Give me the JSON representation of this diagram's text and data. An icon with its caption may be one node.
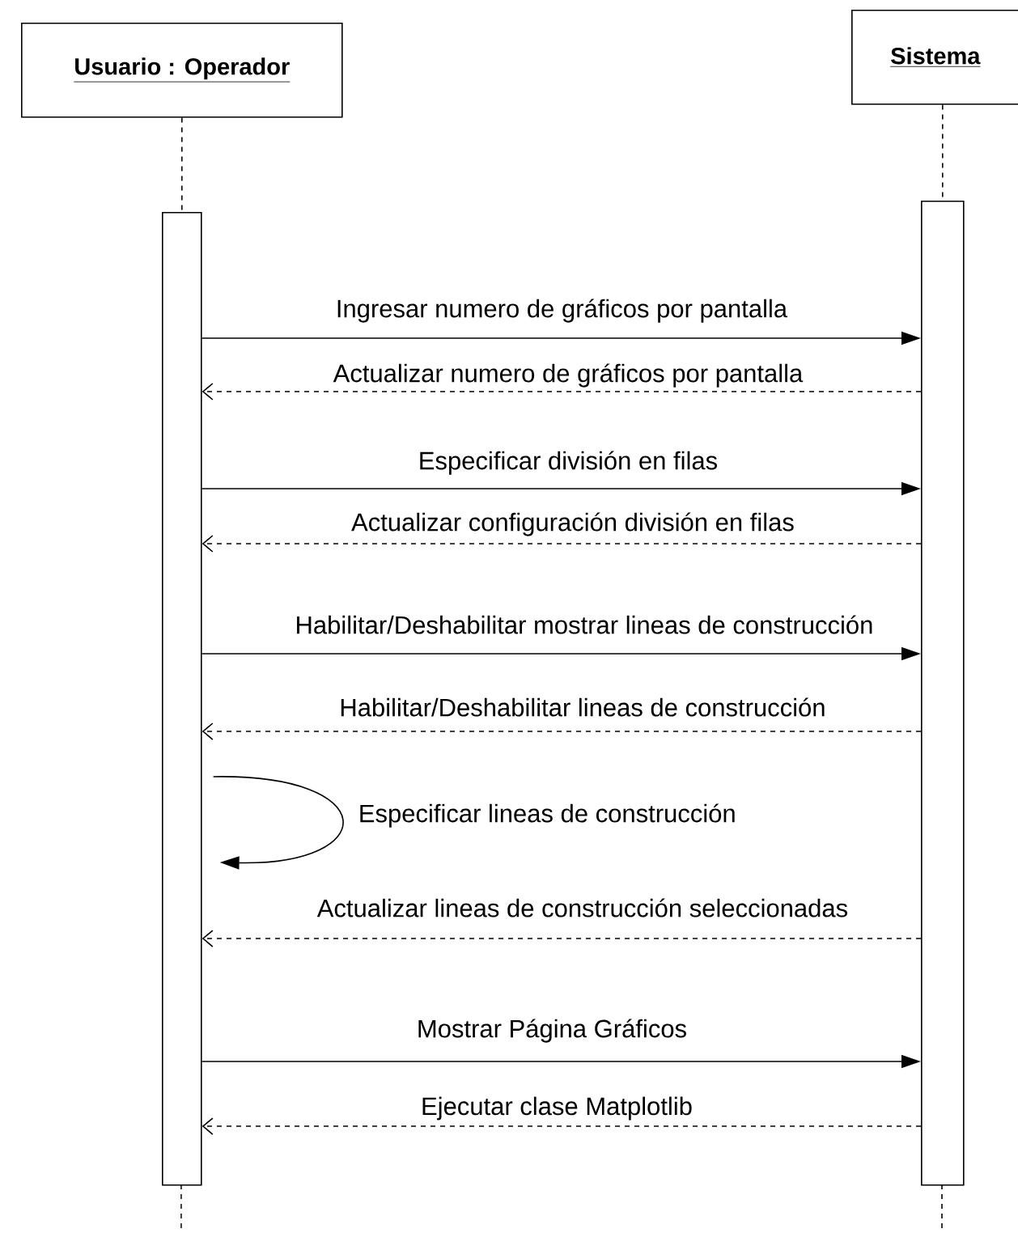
{
  "diagram": {
    "nodes": [
      {
        "text": [
          "Usuario : Operador"
        ]
      },
      {
        "text": [
          "Sistema"
        ]
      },
      {
        "text": [],
        "shape": "bar"
      },
      {
        "text": [],
        "shape": "bar"
      }
    ],
    "edges": [
      {
        "from": 0,
        "to": 2,
        "arrow": "none",
        "style": "dashed"
      },
      {
        "from": 1,
        "to": 3,
        "arrow": "none",
        "style": "dashed"
      },
      {
        "from": 2,
        "to": 3,
        "arrow": "to",
        "label": "Ingresar numero de gráficos por pantalla"
      },
      {
        "from": 3,
        "to": 2,
        "arrow": "to",
        "style": "dashed",
        "label": "Actualizar numero de gráficos por pantalla"
      },
      {
        "from": 2,
        "to": 3,
        "arrow": "to",
        "label": "Especificar división en filas"
      },
      {
        "from": 3,
        "to": 2,
        "arrow": "to",
        "style": "dashed",
        "label": "Actualizar configuración división en filas"
      },
      {
        "from": 2,
        "to": 3,
        "arrow": "to",
        "label": "Habilitar/Deshabilitar mostrar lineas de construcción"
      },
      {
        "from": 3,
        "to": 2,
        "arrow": "to",
        "style": "dashed",
        "label": "Habilitar/Deshabilitar lineas de construcción"
      },
      {
        "from": 2,
        "to": 2,
        "arrow": "to",
        "label": "Especificar lineas de construcción"
      },
      {
        "from": 3,
        "to": 2,
        "arrow": "to",
        "style": "dashed",
        "label": "Actualizar lineas de construcción seleccionadas"
      },
      {
        "from": 2,
        "to": 3,
        "arrow": "to",
        "label": "Mostrar Página Gráficos"
      },
      {
        "from": 3,
        "to": 2,
        "arrow": "to",
        "style": "dashed",
        "label": "Ejecutar clase Matplotlib"
      }
    ]
  }
}
